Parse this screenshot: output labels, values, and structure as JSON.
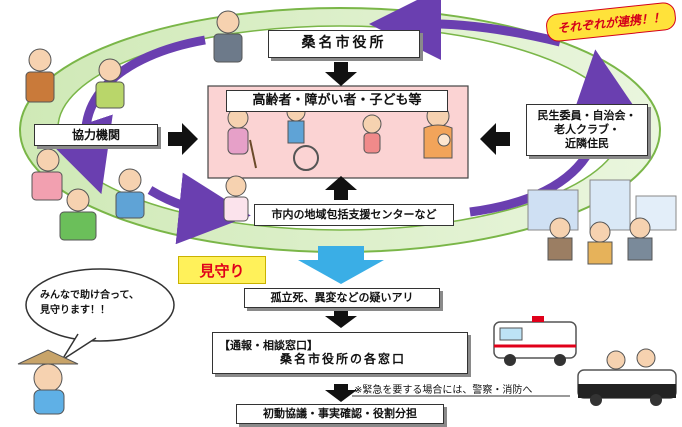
{
  "city_hall": "桑名市役所",
  "target_group": "高齢者・障がい者・子ども等",
  "cooperating_agencies": "協力機関",
  "community_members": "民生委員・自治会・\n老人クラブ・\n近隣住民",
  "support_center": "市内の地域包括支援センターなど",
  "cooperation_badge": "それぞれが連携！！",
  "mimamori_label": "見守り",
  "speech_bubble": "みんなで助け合って、\n見守ります！！",
  "step_suspicion": "孤立死、異変などの疑いアリ",
  "report_window_title": "【通報・相談窓口】",
  "report_window_body": "桑名市役所の各窓口",
  "emergency_note": "※緊急を要する場合には、警察・消防へ",
  "step_initial": "初動協議・事実確認・役割分担",
  "colors": {
    "ellipse_green": "#7ab648",
    "arrow_purple": "#6a3fb0",
    "target_fill": "#fbd3d3",
    "badge_yellow": "#ffe23a",
    "badge_red": "#d4001a",
    "down_arrow_blue": "#3aaee6",
    "mimamori_bg": "#fff15a",
    "mimamori_text": "#e0001a"
  }
}
